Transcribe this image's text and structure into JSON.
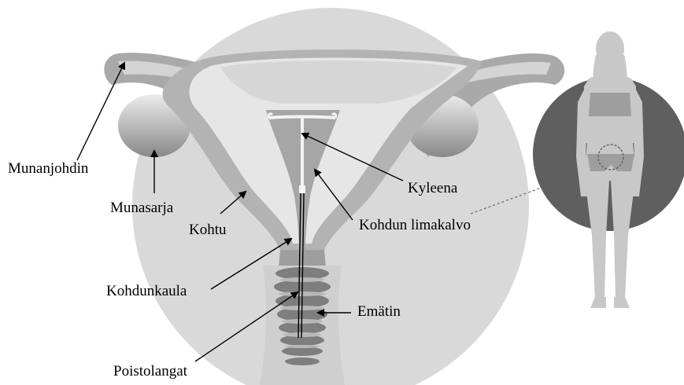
{
  "labels": {
    "fallopian_tube": "Munanjohdin",
    "ovary": "Munasarja",
    "uterus": "Kohtu",
    "cervix": "Kohdunkaula",
    "removal_threads": "Poistolangat",
    "iud": "Kyleena",
    "endometrium": "Kohdun limakalvo",
    "vagina": "Emätin"
  },
  "colors": {
    "background_circle": "#d9d9d9",
    "uterus_outer": "#b3b3b3",
    "uterus_lining": "#e8e8e8",
    "cavity": "#a6a6a6",
    "body_circle": "#5f5f5f",
    "figure": "#c8c8c8",
    "arrow": "#000000"
  }
}
